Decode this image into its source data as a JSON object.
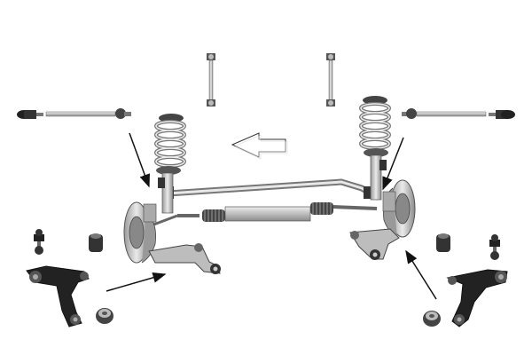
{
  "diagram": {
    "subject": "front-suspension-kit-exploded-view",
    "colors": {
      "background": "#ffffff",
      "part_light": "#d9d9d9",
      "part_mid": "#a6a6a6",
      "part_dark": "#5a5a5a",
      "part_black": "#1a1a1a",
      "outline": "#2a2a2a",
      "arrow": "#111111"
    },
    "parts": [
      "stabilizer-link-left",
      "stabilizer-link-right",
      "tie-rod-assembly-left",
      "tie-rod-assembly-right",
      "coil-spring-strut-left",
      "coil-spring-strut-right",
      "stabilizer-bar",
      "steering-rack-with-boots",
      "brake-disc-hub-left",
      "brake-disc-hub-right",
      "lower-control-arm-installed-left",
      "lower-control-arm-installed-right",
      "ball-joint-left",
      "ball-joint-right",
      "bushing-left",
      "bushing-right",
      "control-arm-loose-left",
      "control-arm-loose-right",
      "arm-bushing-left",
      "arm-bushing-right"
    ],
    "direction_indicator": "forward-arrow",
    "callout_arrow_count": 4
  }
}
